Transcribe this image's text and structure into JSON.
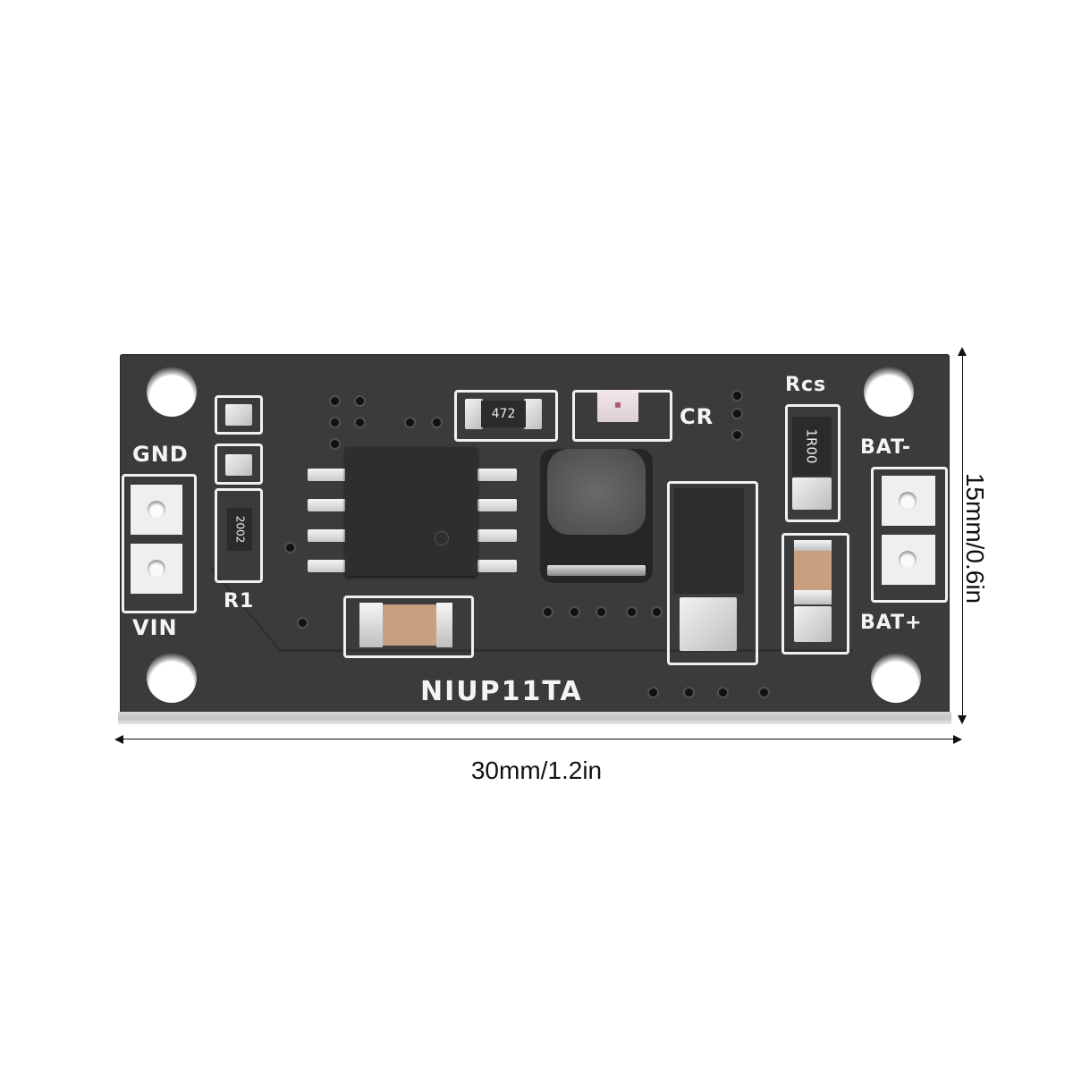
{
  "image": {
    "subject": "PCB charger module product photo",
    "background_color": "#ffffff",
    "board_color": "#3b3b3d",
    "silkscreen_color": "#f4f4f4"
  },
  "silkscreen": {
    "gnd": "GND",
    "vin": "VIN",
    "r1": "R1",
    "cr": "CR",
    "rcs": "Rcs",
    "bat_minus": "BAT-",
    "bat_plus": "BAT+",
    "board_name": "NIUP11TA"
  },
  "components": {
    "resistor_r1_marking": "2002",
    "resistor_top_marking": "472",
    "resistor_rcs_marking": "1R00"
  },
  "dimensions": {
    "width_label": "30mm/1.2in",
    "height_label": "15mm/0.6in"
  }
}
